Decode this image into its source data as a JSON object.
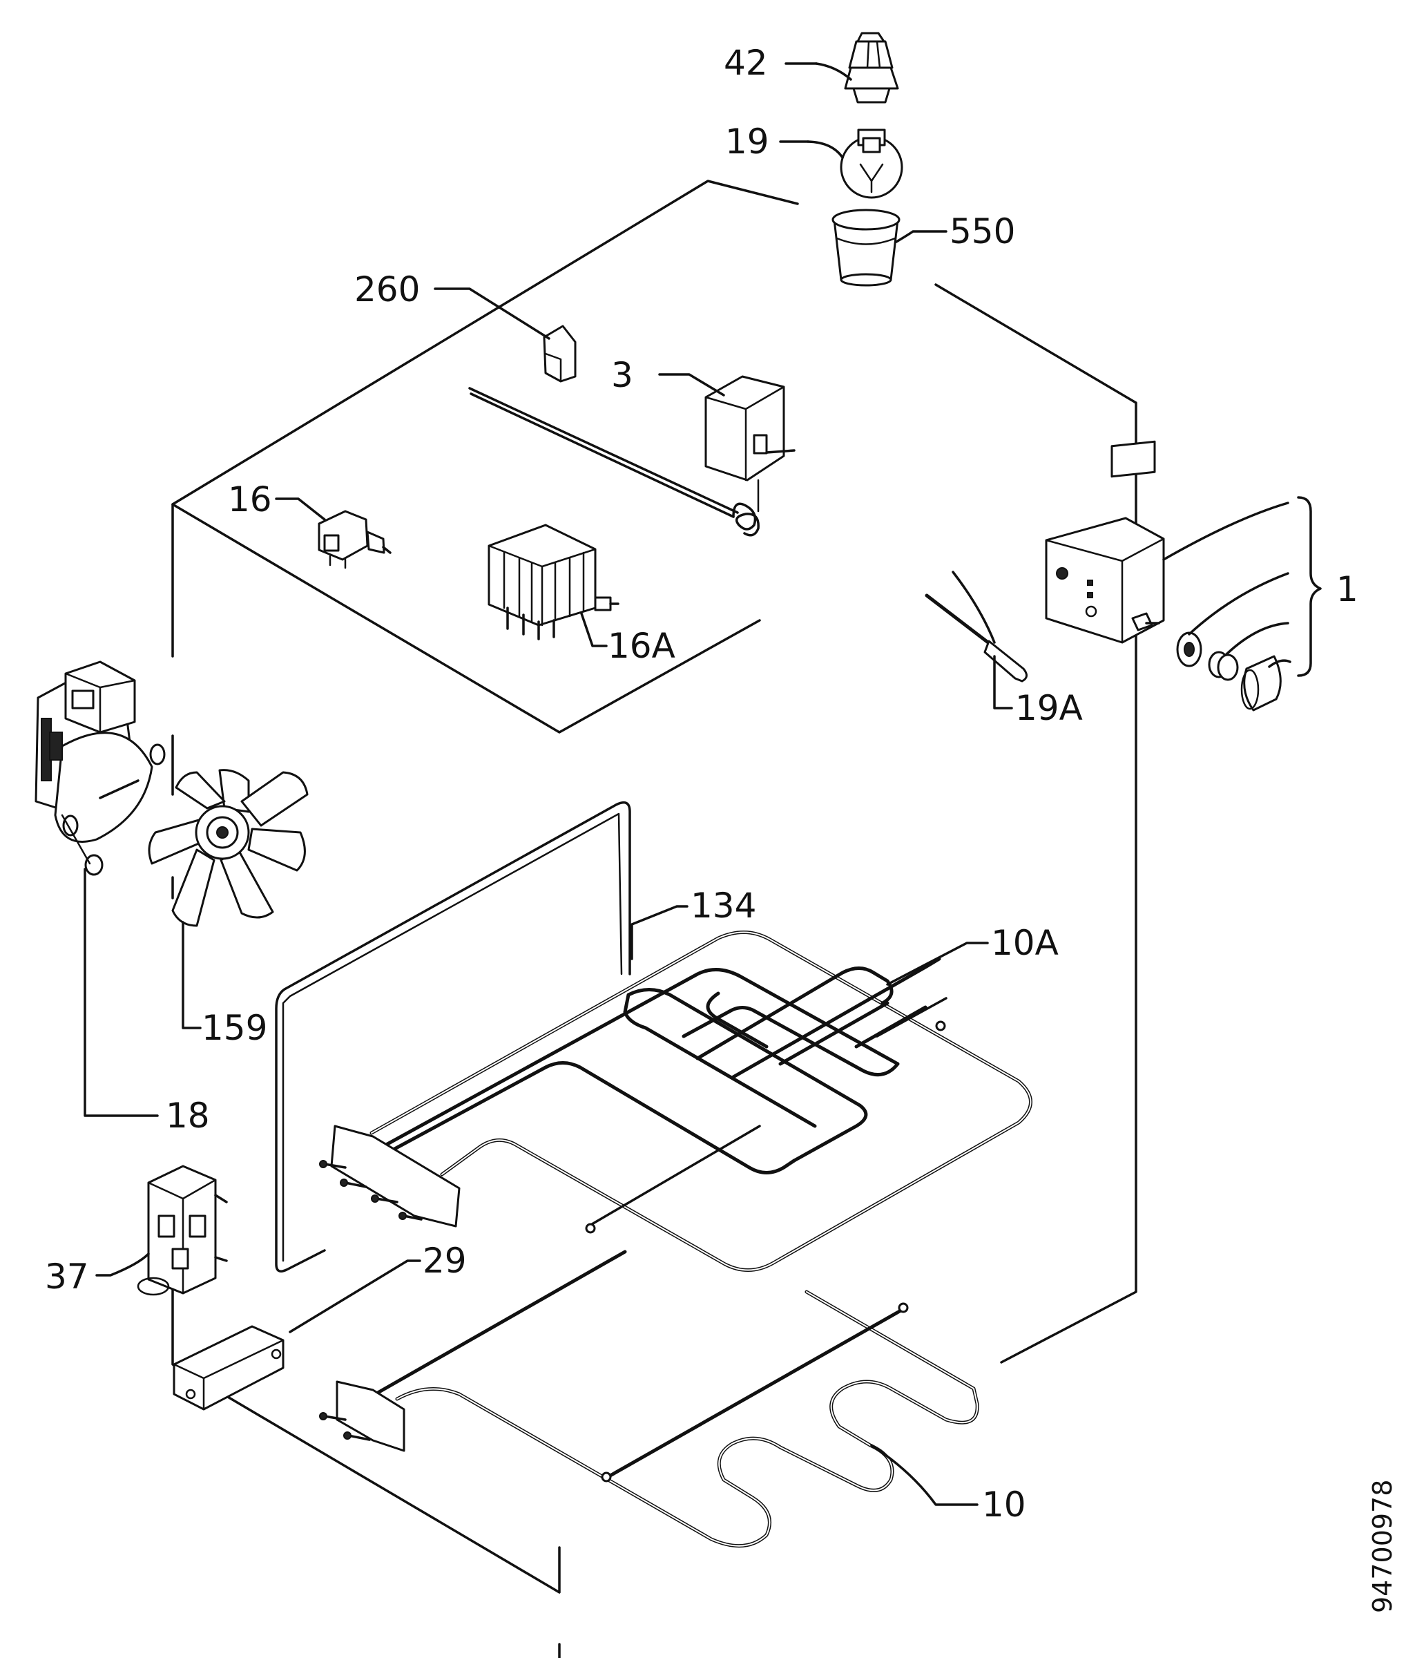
{
  "labels": {
    "p42": "42",
    "p19": "19",
    "p550": "550",
    "p260": "260",
    "p3": "3",
    "p16": "16",
    "p16a": "16A",
    "p1": "1",
    "p19a": "19A",
    "p134": "134",
    "p10a": "10A",
    "p159": "159",
    "p18": "18",
    "p37": "37",
    "p29": "29",
    "p10": "10"
  },
  "drawing_number": "94700978"
}
